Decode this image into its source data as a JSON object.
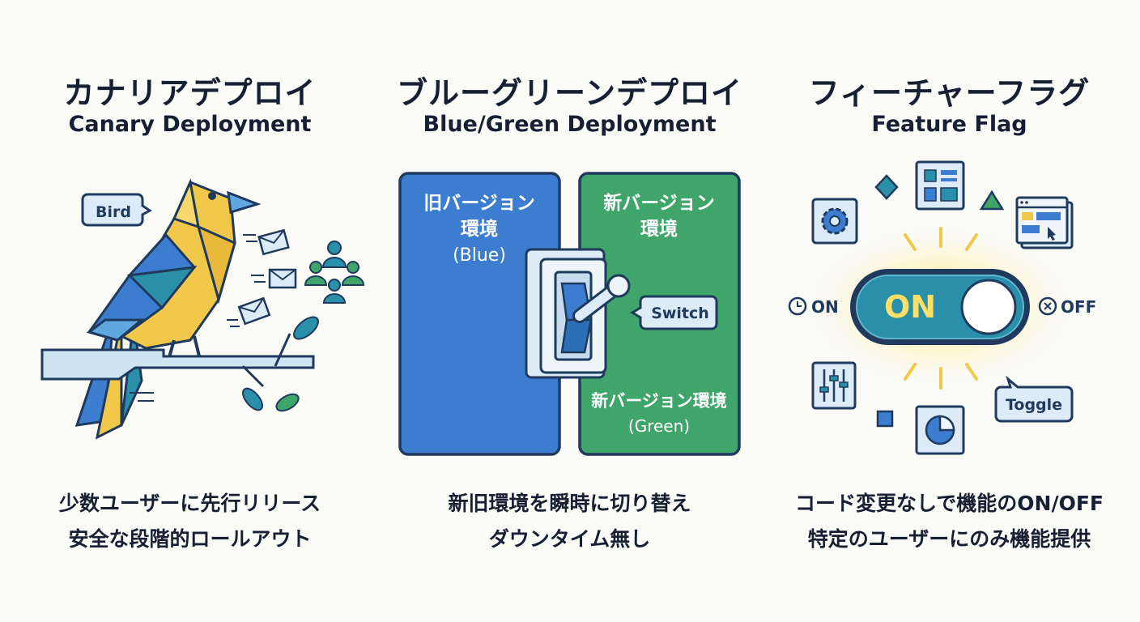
{
  "canary": {
    "title_jp": "カナリアデプロイ",
    "title_en": "Canary Deployment",
    "bubble": "Bird",
    "desc_line1": "少数ユーザーに先行リリース",
    "desc_line2": "安全な段階的ロールアウト"
  },
  "bluegreen": {
    "title_jp": "ブルーグリーンデプロイ",
    "title_en": "Blue/Green Deployment",
    "old_line1": "旧バージョン",
    "old_line2": "環境",
    "old_line3": "(Blue)",
    "new_line1": "新バージョン",
    "new_line2": "環境",
    "new_bottom1": "新バージョン環境",
    "new_bottom2": "(Green)",
    "switch_label": "Switch",
    "desc_line1": "新旧環境を瞬時に切り替え",
    "desc_line2": "ダウンタイム無し"
  },
  "feature": {
    "title_jp": "フィーチャーフラグ",
    "title_en": "Feature Flag",
    "toggle_state": "ON",
    "on_label": "ON",
    "off_label": "OFF",
    "toggle_bubble": "Toggle",
    "desc_line1": "コード変更なしで機能のON/OFF",
    "desc_line2": "特定のユーザーにのみ機能提供"
  },
  "colors": {
    "navy": "#1f3a5c",
    "blue": "#3d7dd0",
    "green": "#3fa56b",
    "yellow": "#f2c84b",
    "teal": "#2a8fa8"
  }
}
